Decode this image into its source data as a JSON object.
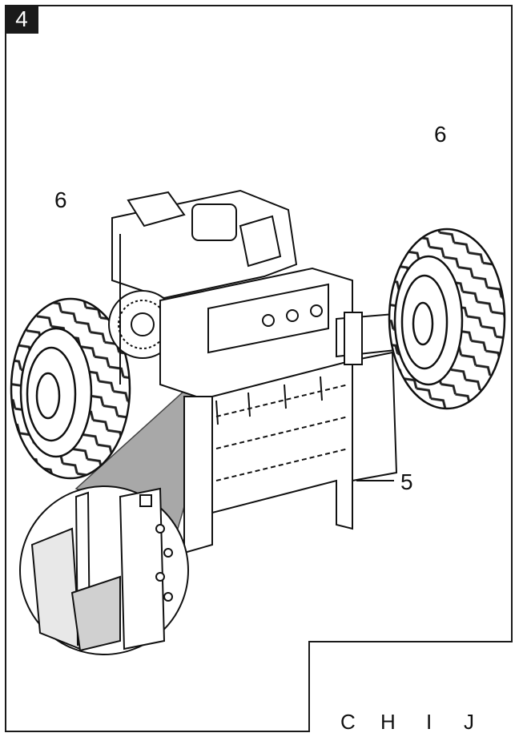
{
  "figure": {
    "number": "4"
  },
  "callouts": {
    "wheel_left": "6",
    "wheel_right": "6",
    "housing": "5"
  },
  "parts": {
    "bolt": "C",
    "washer_small": "H",
    "washer_large": "I",
    "nut": "J"
  }
}
